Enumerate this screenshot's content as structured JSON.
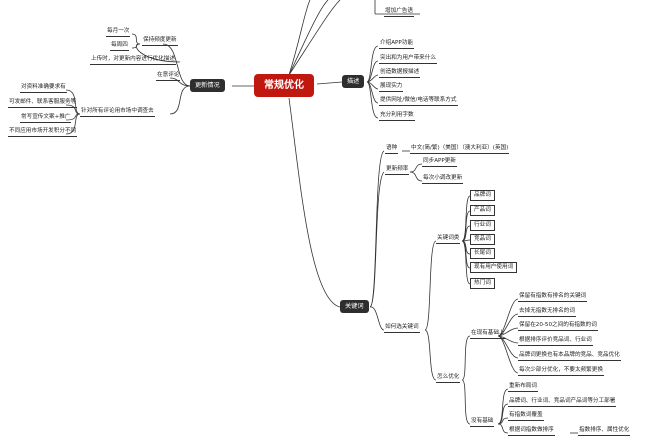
{
  "root": "常规优化",
  "branches": {
    "update": {
      "label": "更新情况",
      "keep": {
        "label": "保持频度更新",
        "items": [
          "每月一次",
          "每周四"
        ]
      },
      "keep_note": "上传时，对更新内容进行优化描述",
      "review": "在意评论",
      "reply": {
        "label": "针对所有评论用市场中调查去",
        "items": [
          "对资料准确要求有",
          "可发邮件、联系客服服务等",
          "常写宣传文案+推广",
          "不同应用市场开发积分不同"
        ]
      }
    },
    "desc": {
      "label": "描述",
      "items": [
        "介绍APP功能",
        "突出和为用户带来什么",
        "创造数据报描述",
        "展现实力",
        "提供网址/微信/电话等联系方式",
        "充分利用字数"
      ],
      "top_item": "增加广告语"
    },
    "keywords": {
      "label": "关键词",
      "lang": {
        "label": "语种",
        "value": "中文(简/繁)（美国）（澳大利亚）(英国)"
      },
      "update": {
        "label": "更新频率",
        "items": [
          "同步APP更新",
          "每次小调改更新"
        ]
      },
      "select": {
        "label": "如何选关键词",
        "types": {
          "label": "关键词类",
          "items": [
            "品牌词",
            "产品词",
            "行业词",
            "竞品词",
            "长尾词",
            "现有用户使用词",
            "热门词"
          ]
        },
        "optimize": {
          "label": "怎么优化",
          "has_base": {
            "label": "在现有基础上",
            "items": [
              "保留有指数有排名的关键词",
              "去掉无指数无排名的词",
              "保留在20-50之间的有指数的词",
              "根据排序评价竞品词、行业词",
              "品牌词更换也有本品牌的竞品、竞品优化",
              "每次少部分优化，不要太频繁更换"
            ]
          },
          "no_base": {
            "label": "没有基础",
            "items": [
              "重新布局词",
              "品牌词、行业词、竞品词产品词等分工部署",
              "有指数词覆盖",
              "根据词指数做排序",
              "指数排序、属性优化"
            ]
          }
        }
      }
    }
  }
}
